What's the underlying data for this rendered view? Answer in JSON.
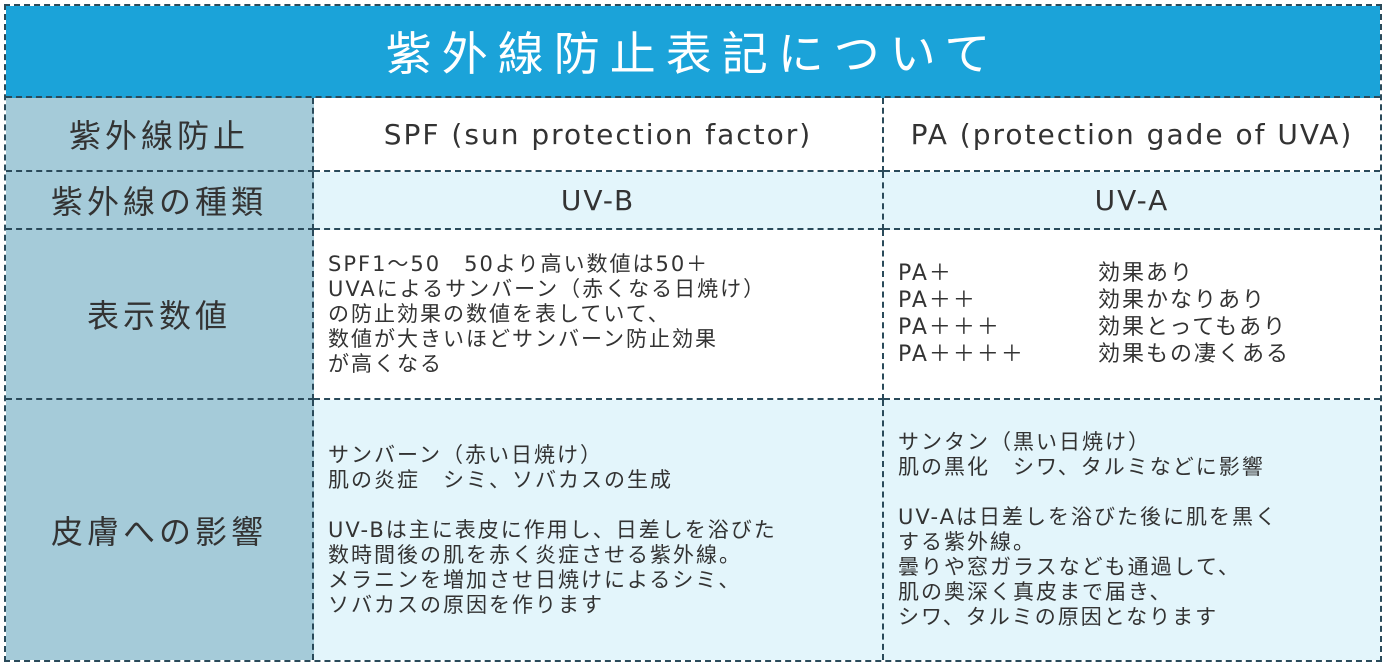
{
  "title": "紫外線防止表記について",
  "rows": [
    {
      "header": "紫外線防止",
      "spf": "SPF (sun protection factor)",
      "pa": "PA (protection gade of UVA)"
    },
    {
      "header": "紫外線の種類",
      "spf": "UV-B",
      "pa": "UV-A"
    },
    {
      "header": "表示数値",
      "spf_lines": [
        "SPF1～50　50より高い数値は50＋",
        "UVAによるサンバーン（赤くなる日焼け）",
        "の防止効果の数値を表していて、",
        "数値が大きいほどサンバーン防止効果",
        "が高くなる"
      ],
      "pa_levels": [
        {
          "level": "PA＋",
          "effect": "効果あり"
        },
        {
          "level": "PA＋＋",
          "effect": "効果かなりあり"
        },
        {
          "level": "PA＋＋＋",
          "effect": "効果とってもあり"
        },
        {
          "level": "PA＋＋＋＋",
          "effect": "効果もの凄くある"
        }
      ]
    },
    {
      "header": "皮膚への影響",
      "spf_block1": [
        "サンバーン（赤い日焼け）",
        "肌の炎症　シミ、ソバカスの生成"
      ],
      "spf_block2": [
        "UV-Bは主に表皮に作用し、日差しを浴びた",
        "数時間後の肌を赤く炎症させる紫外線。",
        "メラニンを増加させ日焼けによるシミ、",
        "ソバカスの原因を作ります"
      ],
      "pa_block1": [
        "サンタン（黒い日焼け）",
        "肌の黒化　シワ、タルミなどに影響"
      ],
      "pa_block2": [
        "UV-Aは日差しを浴びた後に肌を黒く",
        "する紫外線。",
        "曇りや窓ガラスなども通過して、",
        "肌の奥深く真皮まで届き、",
        "シワ、タルミの原因となります"
      ]
    }
  ],
  "colors": {
    "title_bg": "#1ba3d9",
    "header_bg": "#a5cbd9",
    "light_bg": "#e3f5fb",
    "border": "#2a4a5a"
  }
}
